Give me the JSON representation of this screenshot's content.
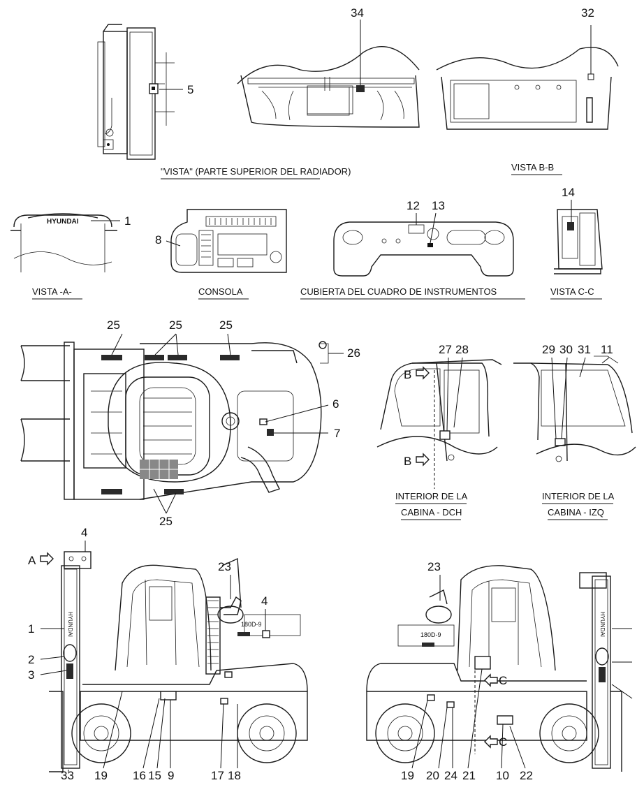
{
  "captions": {
    "radiator": "\"VISTA\" (PARTE SUPERIOR DEL RADIADOR)",
    "vista_bb": "VISTA B-B",
    "vista_a": "VISTA -A-",
    "consola": "CONSOLA",
    "cubierta": "CUBIERTA DEL CUADRO DE INSTRUMENTOS",
    "vista_cc": "VISTA C-C",
    "cabina_dch_1": "INTERIOR DE LA",
    "cabina_dch_2": "CABINA - DCH",
    "cabina_izq_1": "INTERIOR DE LA",
    "cabina_izq_2": "CABINA - IZQ"
  },
  "logo_text": "HYUNDAI",
  "model_badge": "180D-9",
  "markers": {
    "a": "A",
    "b": "B",
    "c": "C"
  },
  "callouts": {
    "n1": "1",
    "n2": "2",
    "n3": "3",
    "n4": "4",
    "n5": "5",
    "n6": "6",
    "n7": "7",
    "n8": "8",
    "n9": "9",
    "n10": "10",
    "n11": "11",
    "n12": "12",
    "n13": "13",
    "n14": "14",
    "n15": "15",
    "n16": "16",
    "n17": "17",
    "n18": "18",
    "n19": "19",
    "n20": "20",
    "n21": "21",
    "n22": "22",
    "n23": "23",
    "n24": "24",
    "n25": "25",
    "n26": "26",
    "n27": "27",
    "n28": "28",
    "n29": "29",
    "n30": "30",
    "n31": "31",
    "n32": "32",
    "n33": "33",
    "n34": "34"
  }
}
